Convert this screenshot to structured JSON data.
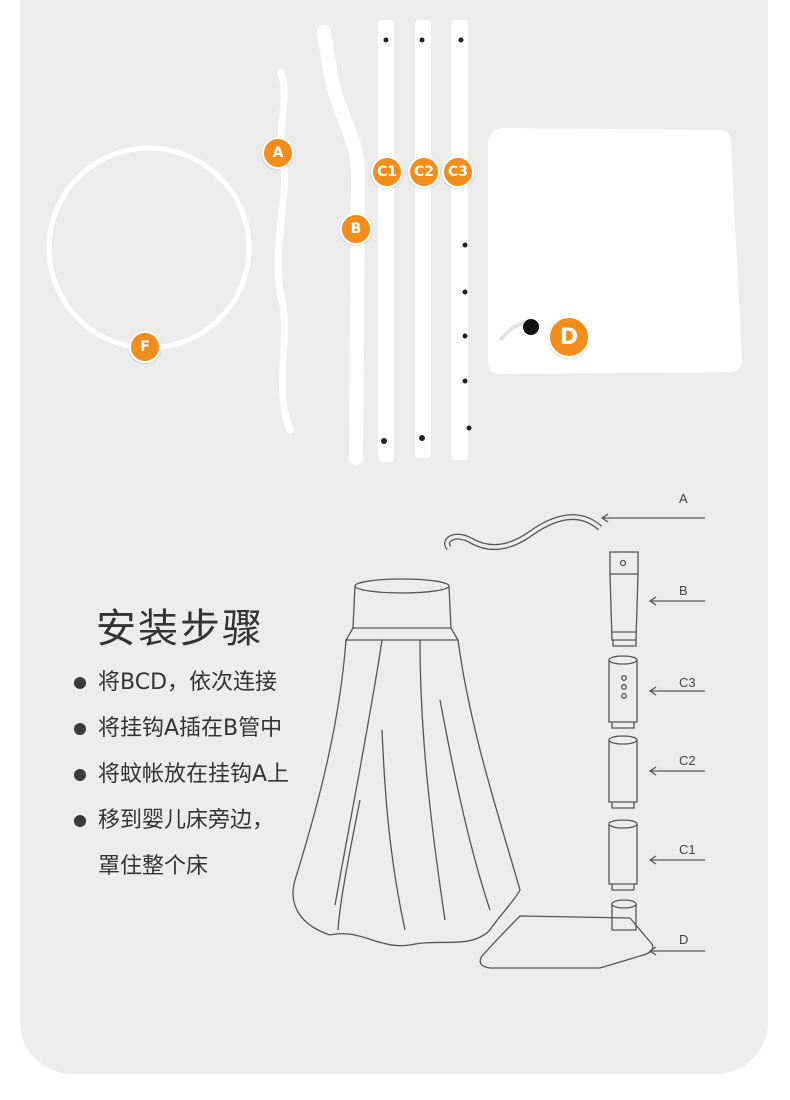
{
  "part_labels": {
    "A": "A",
    "B": "B",
    "C1": "C1",
    "C2": "C2",
    "C3": "C3",
    "D": "D",
    "F": "F"
  },
  "diagram_labels": {
    "A": "A",
    "B": "B",
    "C3": "C3",
    "C2": "C2",
    "C1": "C1",
    "D": "D"
  },
  "instructions": {
    "title": "安装步骤",
    "steps": [
      "将BCD，依次连接",
      "将挂钩A插在B管中",
      "将蚊帐放在挂钩A上",
      "移到婴儿床旁边，"
    ],
    "continuation": "罩住整个床"
  },
  "colors": {
    "badge": "#f28c1a",
    "background": "#ececec",
    "line": "#555555"
  }
}
